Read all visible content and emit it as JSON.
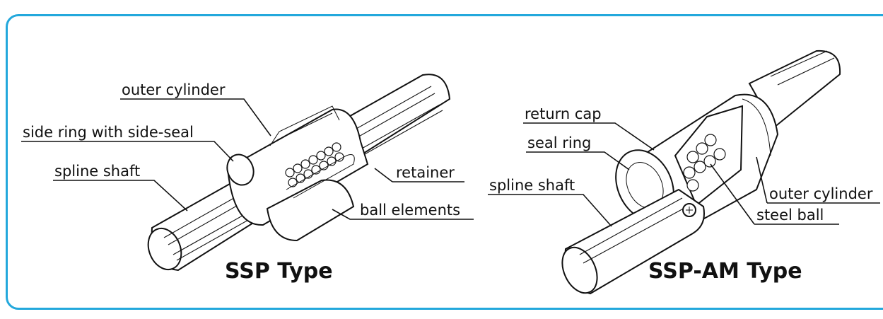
{
  "left_diagram": {
    "title": "SSP Type",
    "labels": {
      "outer_cylinder": "outer cylinder",
      "side_ring": "side ring with side-seal",
      "spline_shaft": "spline shaft",
      "retainer": "retainer",
      "ball_elements": "ball elements"
    }
  },
  "right_diagram": {
    "title": "SSP-AM Type",
    "labels": {
      "return_cap": "return cap",
      "seal_ring": "seal ring",
      "spline_shaft": "spline shaft",
      "outer_cylinder": "outer cylinder",
      "steel_ball": "steel ball"
    }
  },
  "colors": {
    "frame": "#23a8dc",
    "ink": "#111111"
  }
}
